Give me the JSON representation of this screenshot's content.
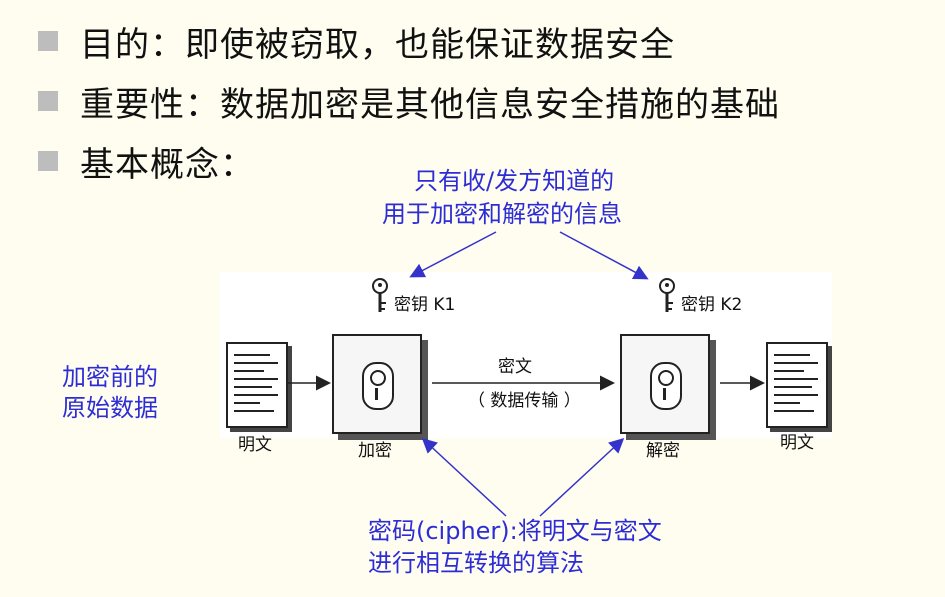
{
  "bullets": [
    "目的：即使被窃取，也能保证数据安全",
    "重要性：数据加密是其他信息安全措施的基础",
    "基本概念："
  ],
  "notes": {
    "key_info_line1": "只有收/发方知道的",
    "key_info_line2": "用于加密和解密的信息",
    "plaintext_line1": "加密前的",
    "plaintext_line2": "原始数据",
    "cipher_line1": "密码(cipher):将明文与密文",
    "cipher_line2": "进行相互转换的算法"
  },
  "diagram": {
    "key1": "密钥 K1",
    "key2": "密钥 K2",
    "plaintext_left": "明文",
    "plaintext_right": "明文",
    "encrypt": "加密",
    "decrypt": "解密",
    "ciphertext": "密文",
    "transfer": "（ 数据传输 ）"
  },
  "colors": {
    "note_text": "#2d2dd6",
    "arrow": "#3333cc",
    "background": "#fffdf0"
  }
}
